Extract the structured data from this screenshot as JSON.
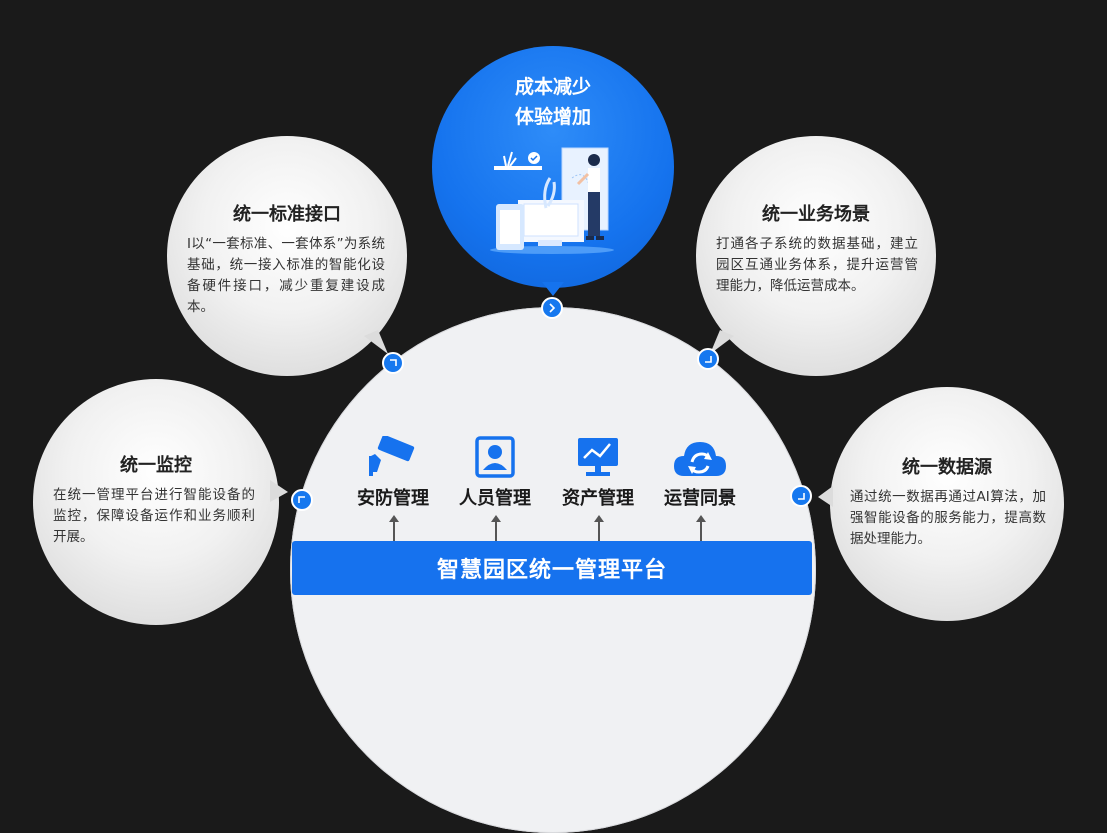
{
  "top_bubble": {
    "title_line1": "成本减少",
    "title_line2": "体验增加"
  },
  "left_top_bubble": {
    "title": "统一标准接口",
    "text": "I以“一套标准、一套体系”为系统基础，统一接入标准的智能化设备硬件接口，减少重复建设成本。"
  },
  "right_top_bubble": {
    "title": "统一业务场景",
    "text": "打通各子系统的数据基础，建立园区互通业务体系，提升运营管理能力，降低运营成本。"
  },
  "left_bottom_bubble": {
    "title": "统一监控",
    "text": "在统一管理平台进行智能设备的监控，保障设备运作和业务顺利开展。"
  },
  "right_bottom_bubble": {
    "title": "统一数据源",
    "text": "通过统一数据再通过AI算法，加强智能设备的服务能力，提高数据处理能力。"
  },
  "modules": [
    {
      "label": "安防管理",
      "icon": "camera-icon"
    },
    {
      "label": "人员管理",
      "icon": "face-id-icon"
    },
    {
      "label": "资产管理",
      "icon": "monitor-chart-icon"
    },
    {
      "label": "运营同景",
      "icon": "cloud-sync-icon"
    }
  ],
  "platform": {
    "title": "智慧园区统一管理平台"
  },
  "colors": {
    "accent": "#1672ee",
    "background": "#1a1a1a",
    "dome": "#f0f1f3"
  }
}
